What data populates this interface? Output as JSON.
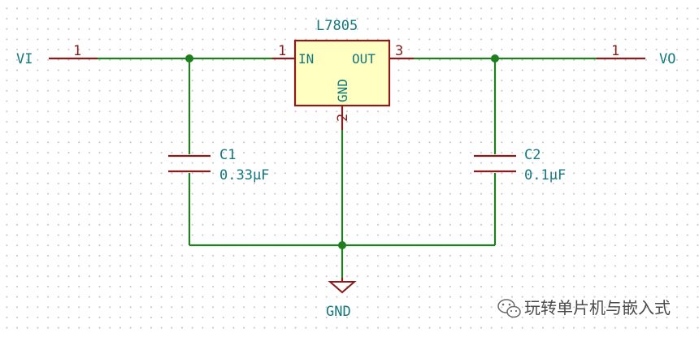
{
  "schematic": {
    "regulator": {
      "name": "L7805",
      "pin_in": {
        "number": "1",
        "label": "IN"
      },
      "pin_out": {
        "number": "3",
        "label": "OUT"
      },
      "pin_gnd": {
        "number": "2",
        "label": "GND"
      }
    },
    "ports": {
      "input": {
        "label": "VI",
        "pin": "1"
      },
      "output": {
        "label": "VO",
        "pin": "1"
      }
    },
    "capacitors": {
      "c1": {
        "ref": "C1",
        "value": "0.33µF"
      },
      "c2": {
        "ref": "C2",
        "value": "0.1µF"
      }
    },
    "ground": {
      "label": "GND"
    }
  },
  "watermark": {
    "text": "玩转单片机与嵌入式"
  },
  "colors": {
    "wire": "#1f7f1f",
    "pin": "#8a1b1b",
    "label": "#13797f",
    "ic_fill": "#ffffc2",
    "ic_border": "#8a1b1b"
  }
}
